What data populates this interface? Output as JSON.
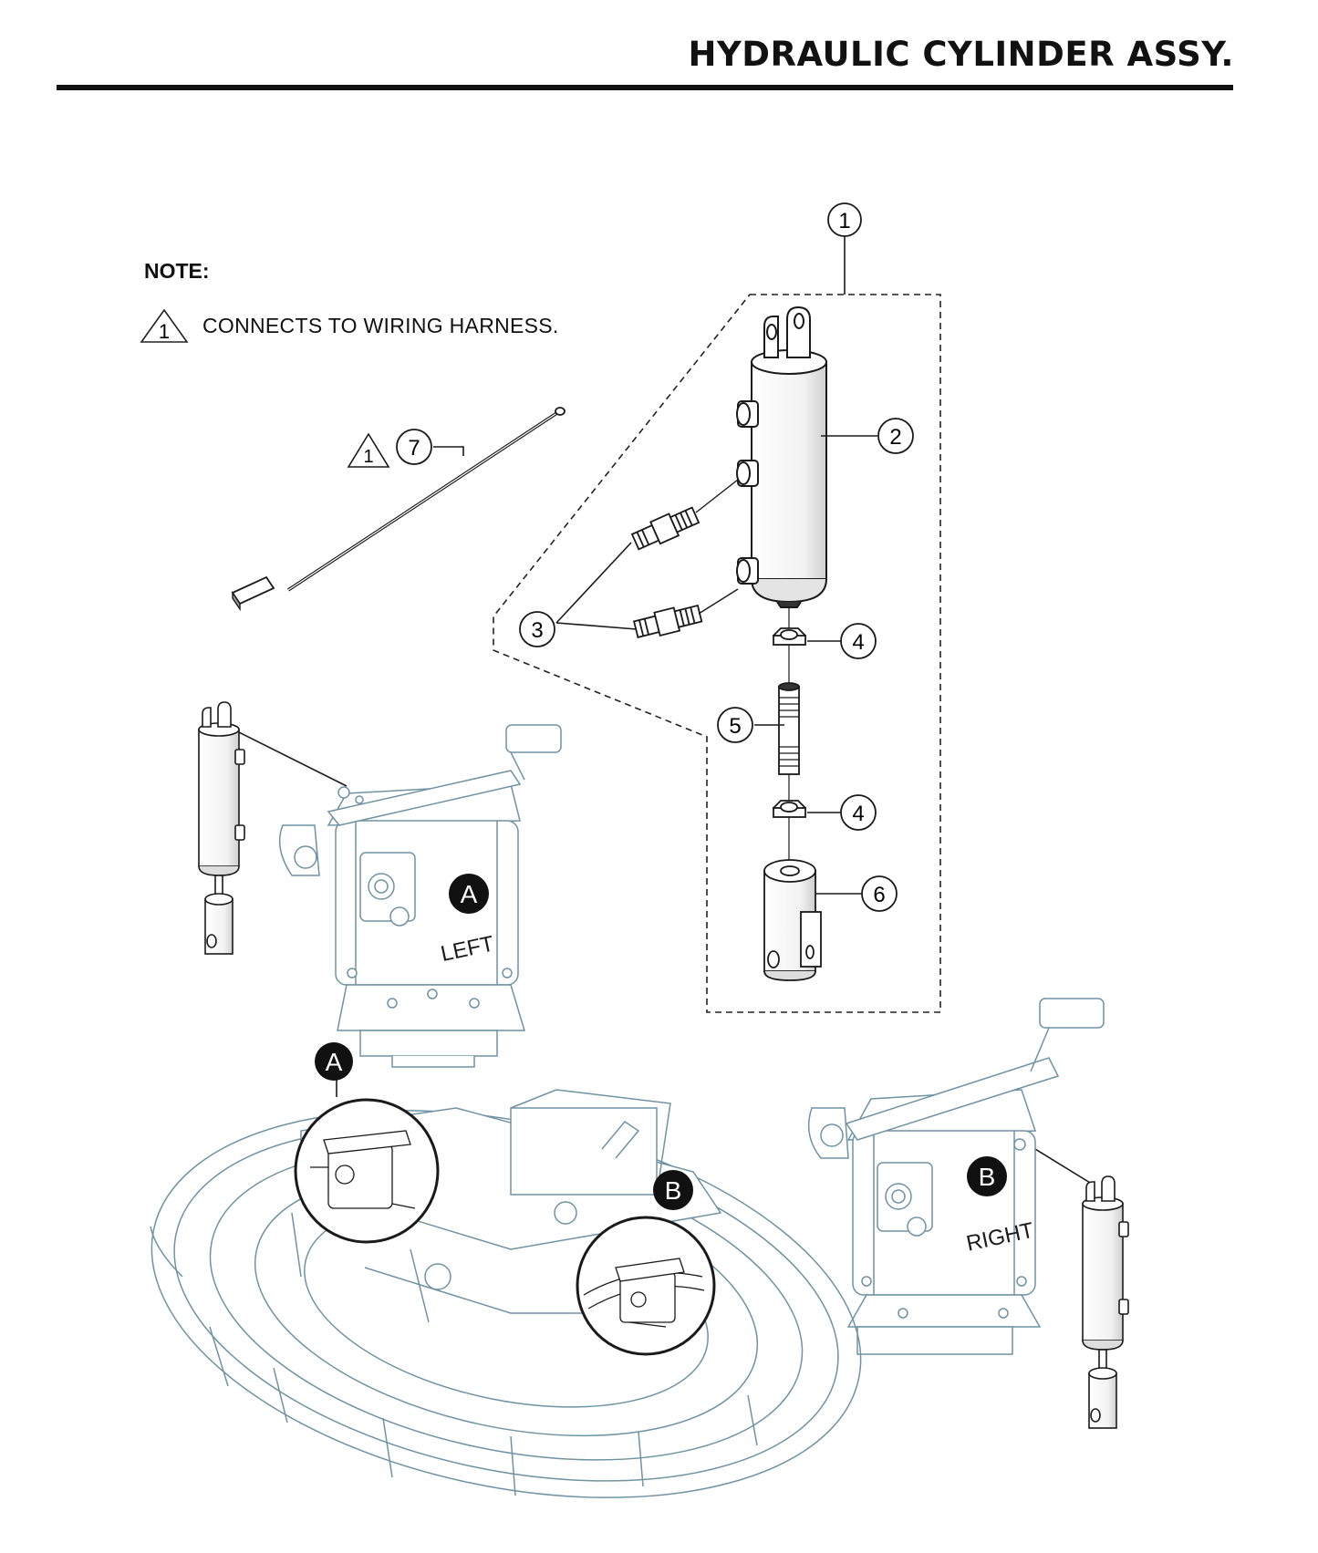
{
  "title": "HYDRAULIC CYLINDER ASSY.",
  "note": {
    "heading": "NOTE:",
    "items": [
      {
        "symbol": "1",
        "text": "CONNECTS TO WIRING HARNESS."
      }
    ]
  },
  "callouts": [
    {
      "number": "1",
      "part": "hydraulic-cylinder-assembly"
    },
    {
      "number": "2",
      "part": "cylinder-body"
    },
    {
      "number": "3",
      "part": "hydraulic-fittings"
    },
    {
      "number": "4",
      "part": "hex-nuts"
    },
    {
      "number": "5",
      "part": "threaded-stud"
    },
    {
      "number": "6",
      "part": "clevis"
    },
    {
      "number": "7",
      "part": "sensor-cable",
      "note_ref": "1"
    }
  ],
  "views": {
    "left": {
      "marker": "A",
      "label": "LEFT"
    },
    "right": {
      "marker": "B",
      "label": "RIGHT"
    }
  },
  "colors": {
    "ink": "#1a1a1a",
    "frame": "#6f93a3"
  }
}
